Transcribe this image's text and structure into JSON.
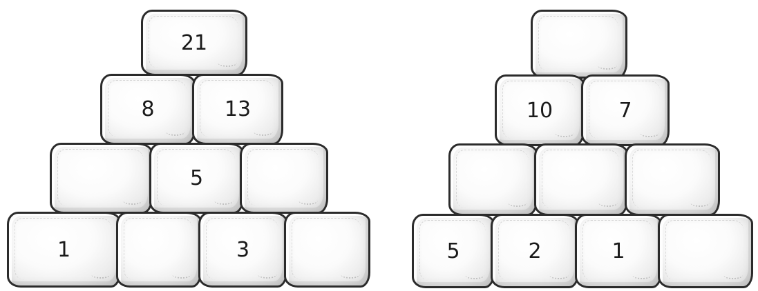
{
  "pyramids": [
    {
      "rows": [
        [
          "21"
        ],
        [
          "8",
          "13"
        ],
        [
          "",
          "5",
          ""
        ],
        [
          "1",
          "",
          "3",
          ""
        ]
      ]
    },
    {
      "rows": [
        [
          ""
        ],
        [
          "10",
          "7"
        ],
        [
          "",
          "",
          ""
        ],
        [
          "5",
          "2",
          "1",
          ""
        ]
      ]
    }
  ]
}
